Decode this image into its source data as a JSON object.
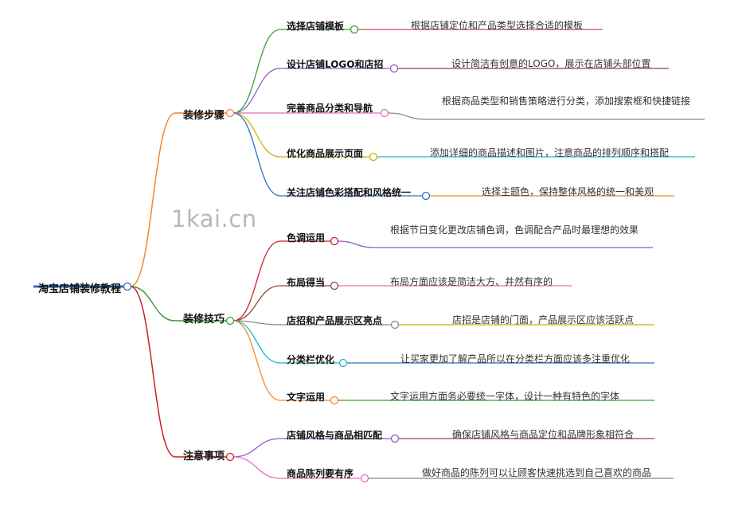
{
  "watermark": "1kai.cn",
  "mindmap": {
    "root": "淘宝店铺装修教程",
    "branches": [
      {
        "label": "装修步骤",
        "color": "#f0892b",
        "children": [
          {
            "label": "选择店铺模板",
            "color": "#3a9b3a",
            "detail": "根据店铺定位和产品类型选择合适的模板",
            "detail_color": "#d0485c"
          },
          {
            "label": "设计店铺LOGO和店招",
            "color": "#8f5bc4",
            "detail": "设计简洁有创意的LOGO，展示在店铺头部位置",
            "detail_color": "#8b4a3c"
          },
          {
            "label": "完善商品分类和导航",
            "color": "#e070b8",
            "detail": "根据商品类型和销售策略进行分类，添加搜索框和快捷链接",
            "detail_color": "#888888"
          },
          {
            "label": "优化商品展示页面",
            "color": "#c8b400",
            "detail": "添加详细的商品描述和图片，注意商品的排列顺序和搭配",
            "detail_color": "#20b8c8"
          },
          {
            "label": "关注店铺色彩搭配和风格统一",
            "color": "#2a6fc4",
            "detail": "选择主题色，保持整体风格的统一和美观",
            "detail_color": "#f0892b"
          }
        ]
      },
      {
        "label": "装修技巧",
        "color": "#3a9b3a",
        "children": [
          {
            "label": "色调运用",
            "color": "#c8202a",
            "detail": "根据节日变化更改店铺色调，色调配合产品时最理想的效果",
            "detail_color": "#8f5bc4"
          },
          {
            "label": "布局得当",
            "color": "#8b4a3c",
            "detail": "布局方面应该是简洁大方、井然有序的",
            "detail_color": "#e070b8"
          },
          {
            "label": "店招和产品展示区亮点",
            "color": "#888888",
            "detail": "店招是店铺的门面，产品展示区应该活跃点",
            "detail_color": "#c8b400"
          },
          {
            "label": "分类栏优化",
            "color": "#20b8c8",
            "detail": "让买家更加了解产品所以在分类栏方面应该多注重优化",
            "detail_color": "#2a6fc4"
          },
          {
            "label": "文字运用",
            "color": "#f0892b",
            "detail": "文字运用方面务必要统一字体，设计一种有特色的字体",
            "detail_color": "#3a9b3a"
          }
        ]
      },
      {
        "label": "注意事项",
        "color": "#c8202a",
        "children": [
          {
            "label": "店铺风格与商品相匹配",
            "color": "#8f5bc4",
            "detail": "确保店铺风格与商品定位和品牌形象相符合",
            "detail_color": "#8b4a3c"
          },
          {
            "label": "商品陈列要有序",
            "color": "#e070b8",
            "detail": "做好商品的陈列可以让顾客快速挑选到自己喜欢的商品",
            "detail_color": "#888888"
          }
        ]
      }
    ]
  }
}
